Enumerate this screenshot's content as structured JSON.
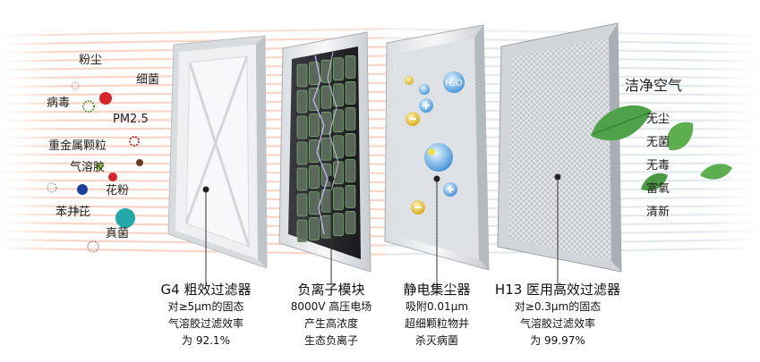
{
  "pollutants": [
    "粉尘",
    "细菌",
    "病毒",
    "PM2.5",
    "重金属颗粒",
    "气溶胶",
    "花粉",
    "苯并芘",
    "真菌"
  ],
  "clean_air": {
    "title": "洁净空气",
    "items": [
      "无尘",
      "无菌",
      "无毒",
      "富氧",
      "清新"
    ]
  },
  "stages": [
    {
      "title": "G4 粗效过滤器",
      "lines": [
        "对≥5μm的固态",
        "气溶胶过滤效率",
        "为 92.1%"
      ]
    },
    {
      "title": "负离子模块",
      "lines": [
        "8000V 高压电场",
        "产生高浓度",
        "生态负离子"
      ]
    },
    {
      "title": "静电集尘器",
      "lines": [
        "吸附0.01μm",
        "超细颗粒物并",
        "杀灭病菌"
      ]
    },
    {
      "title": "H13 医用高效过滤器",
      "lines": [
        "对≥0.3μm的固态",
        "气溶胶过滤效率",
        "为 99.97%"
      ]
    }
  ],
  "colors": {
    "stripe_warm": "#f4b49a",
    "stripe_cool": "#c8d6df",
    "leaf": "#4fa24a",
    "particle_red": "#d8252a",
    "particle_blue": "#1d3f9e",
    "particle_cyan": "#24a9a9"
  },
  "icons": [
    "h2o-molecule-icon",
    "ion-plus-icon",
    "ion-minus-icon",
    "leaf-icon",
    "pointer-dot-icon"
  ]
}
